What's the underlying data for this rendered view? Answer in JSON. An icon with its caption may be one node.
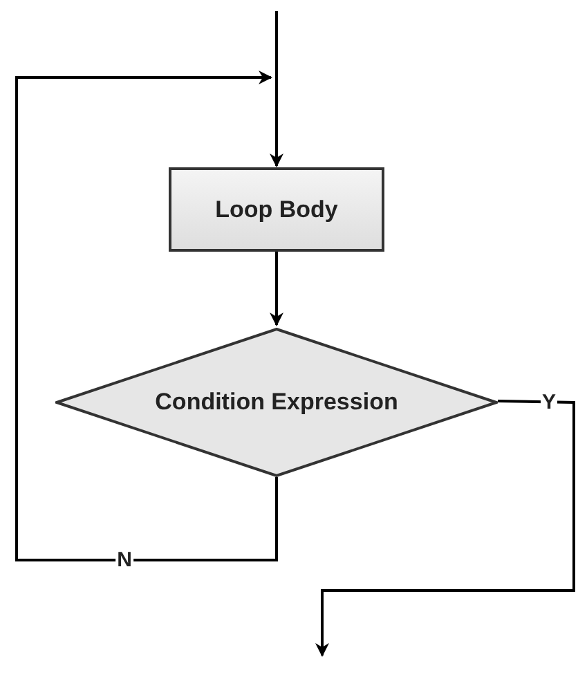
{
  "diagram": {
    "nodes": [
      {
        "text": [
          "Loop Body"
        ]
      },
      {
        "text": [
          "Condition Expression"
        ]
      }
    ],
    "edges": [
      {
        "from": null,
        "to": 0,
        "arrow": "to"
      },
      {
        "from": 0,
        "to": 1,
        "arrow": "to"
      },
      {
        "from": 1,
        "to": 0,
        "arrow": "to",
        "label": "N"
      },
      {
        "from": 1,
        "to": null,
        "arrow": "to",
        "label": "Y"
      }
    ]
  }
}
